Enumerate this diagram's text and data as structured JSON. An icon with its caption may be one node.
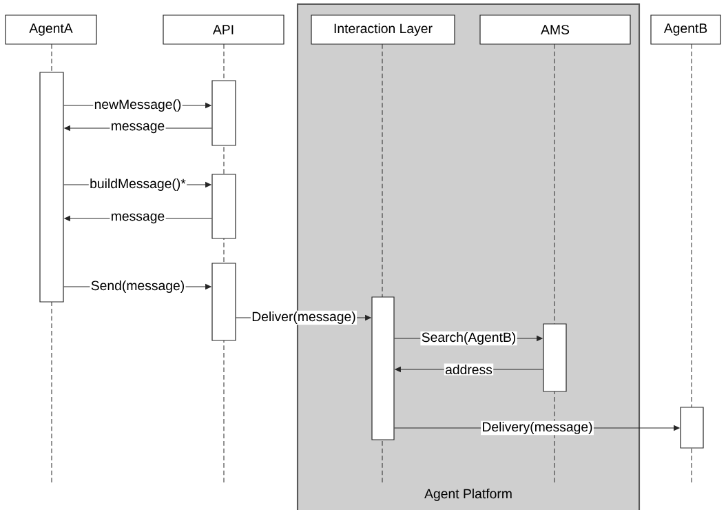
{
  "diagram": {
    "nodes": [
      {
        "text": [
          "AgentA"
        ]
      },
      {
        "text": [
          "API"
        ]
      },
      {
        "text": [
          "Agent Platform"
        ]
      },
      {
        "text": [
          "Interaction Layer"
        ],
        "in": 2
      },
      {
        "text": [
          "AMS"
        ],
        "in": 2
      },
      {
        "text": [
          "AgentB"
        ]
      },
      {
        "text": [],
        "shape": "bar"
      },
      {
        "text": [],
        "shape": "bar"
      },
      {
        "text": [],
        "shape": "bar"
      },
      {
        "text": [],
        "shape": "bar"
      },
      {
        "text": [],
        "shape": "bar",
        "in": 2
      },
      {
        "text": [],
        "shape": "bar",
        "in": 2
      },
      {
        "text": [],
        "shape": "bar"
      }
    ],
    "edges": [
      {
        "from": 6,
        "to": 7,
        "arrow": "to",
        "label": "newMessage()"
      },
      {
        "from": 7,
        "to": 6,
        "arrow": "to",
        "label": "message"
      },
      {
        "from": 6,
        "to": 8,
        "arrow": "to",
        "label": "buildMessage()*"
      },
      {
        "from": 8,
        "to": 6,
        "arrow": "to",
        "label": "message"
      },
      {
        "from": 6,
        "to": 9,
        "arrow": "to",
        "label": "Send(message)"
      },
      {
        "from": 9,
        "to": 10,
        "arrow": "to",
        "label": "Deliver(message)"
      },
      {
        "from": 10,
        "to": 11,
        "arrow": "to",
        "label": "Search(AgentB)"
      },
      {
        "from": 11,
        "to": 10,
        "arrow": "to",
        "label": "address"
      },
      {
        "from": 10,
        "to": 12,
        "arrow": "to",
        "label": "Delivery(message)"
      }
    ]
  }
}
